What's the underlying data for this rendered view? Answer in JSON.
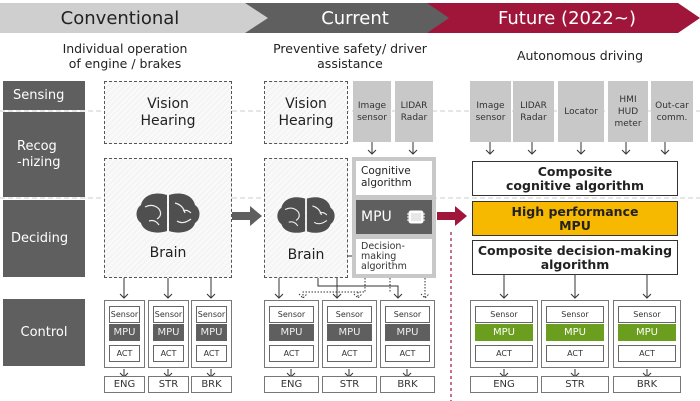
{
  "eras": [
    {
      "title": "Conventional",
      "subtitle_lines": [
        "Individual operation",
        "of engine / brakes"
      ]
    },
    {
      "title": "Current",
      "subtitle_lines": [
        "Preventive safety/  driver",
        "assistance"
      ]
    },
    {
      "title": "Future (2022~)",
      "subtitle_lines": [
        "Autonomous driving"
      ]
    }
  ],
  "colors": {
    "conventional_band": "#cfcfcf",
    "current_band": "#5f5f5f",
    "future_band": "#a0163a",
    "high_perf_mpu": "#f7b800",
    "green_mpu": "#6b9e1f",
    "row_label": "#5f5f5f"
  },
  "row_labels": {
    "sensing": "Sensing",
    "recognizing_1": "Recog",
    "recognizing_2": "-nizing",
    "deciding": "Deciding",
    "control": "Control"
  },
  "conventional": {
    "sense_box": [
      "Vision",
      "Hearing"
    ],
    "brain_label": "Brain",
    "brain_icon": "brain-icon"
  },
  "current": {
    "sense_box": [
      "Vision",
      "Hearing"
    ],
    "sensors": [
      {
        "lines": [
          "Image",
          "sensor"
        ]
      },
      {
        "lines": [
          "LIDAR",
          "Radar"
        ]
      }
    ],
    "cognitive": [
      "Cognitive",
      "algorithm"
    ],
    "mpu": "MPU",
    "chip_icon": "chip-icon",
    "decision": [
      "Decision-",
      "making",
      "algorithm"
    ],
    "brain_label": "Brain"
  },
  "future": {
    "sensors": [
      {
        "lines": [
          "Image",
          "sensor"
        ]
      },
      {
        "lines": [
          "LIDAR",
          "Radar"
        ]
      },
      {
        "lines": [
          "Locator"
        ]
      },
      {
        "lines": [
          "HMI HUD",
          "meter"
        ]
      },
      {
        "lines": [
          "Out-car",
          "comm."
        ]
      }
    ],
    "composite_cognitive": [
      "Composite",
      "cognitive algorithm"
    ],
    "high_perf_mpu": [
      "High performance",
      "MPU"
    ],
    "composite_decision": [
      "Composite decision-making",
      "algorithm"
    ]
  },
  "control_units": {
    "sensor": "Sensor",
    "mpu": "MPU",
    "act": "ACT"
  },
  "outputs": [
    "ENG",
    "STR",
    "BRK"
  ]
}
